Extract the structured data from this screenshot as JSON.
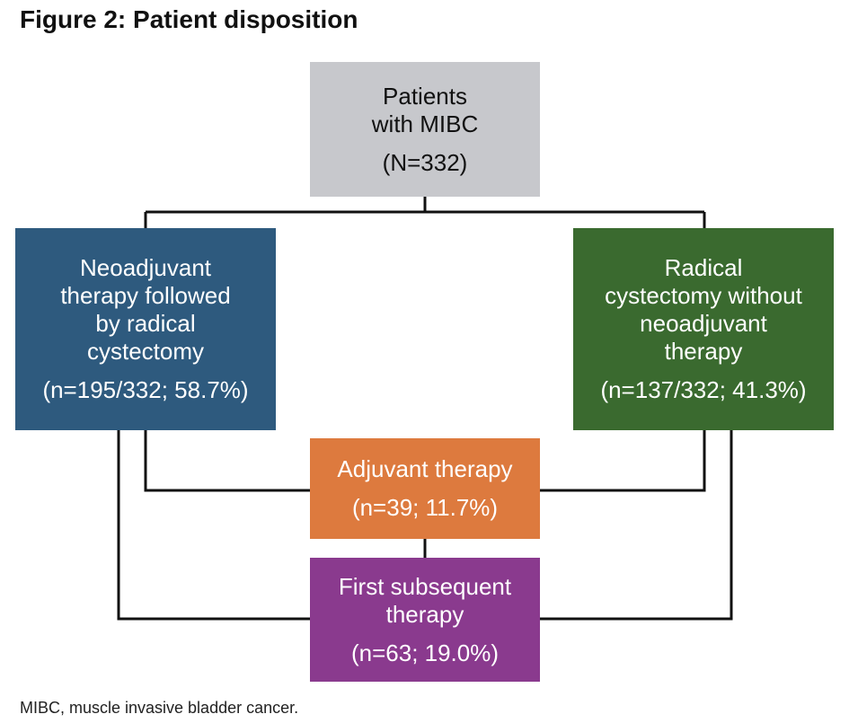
{
  "title": "Figure 2: Patient disposition",
  "colors": {
    "root": "#c7c8cc",
    "neoadjuvant": "#2e5a7e",
    "radical": "#3a6a2f",
    "adjuvant": "#dd7a3e",
    "subsequent": "#8a3a8e",
    "connector": "#111111"
  },
  "nodes": {
    "root": {
      "lines": [
        "Patients",
        "with MIBC"
      ],
      "count": "(N=332)"
    },
    "neoadjuvant": {
      "lines": [
        "Neoadjuvant",
        "therapy followed",
        "by radical",
        "cystectomy"
      ],
      "count": "(n=195/332; 58.7%)"
    },
    "radical": {
      "lines": [
        "Radical",
        "cystectomy without",
        "neoadjuvant",
        "therapy"
      ],
      "count": "(n=137/332; 41.3%)"
    },
    "adjuvant": {
      "lines": [
        "Adjuvant therapy"
      ],
      "count": "(n=39; 11.7%)"
    },
    "subsequent": {
      "lines": [
        "First subsequent",
        "therapy"
      ],
      "count": "(n=63; 19.0%)"
    }
  },
  "footnote": "MIBC, muscle invasive bladder cancer."
}
